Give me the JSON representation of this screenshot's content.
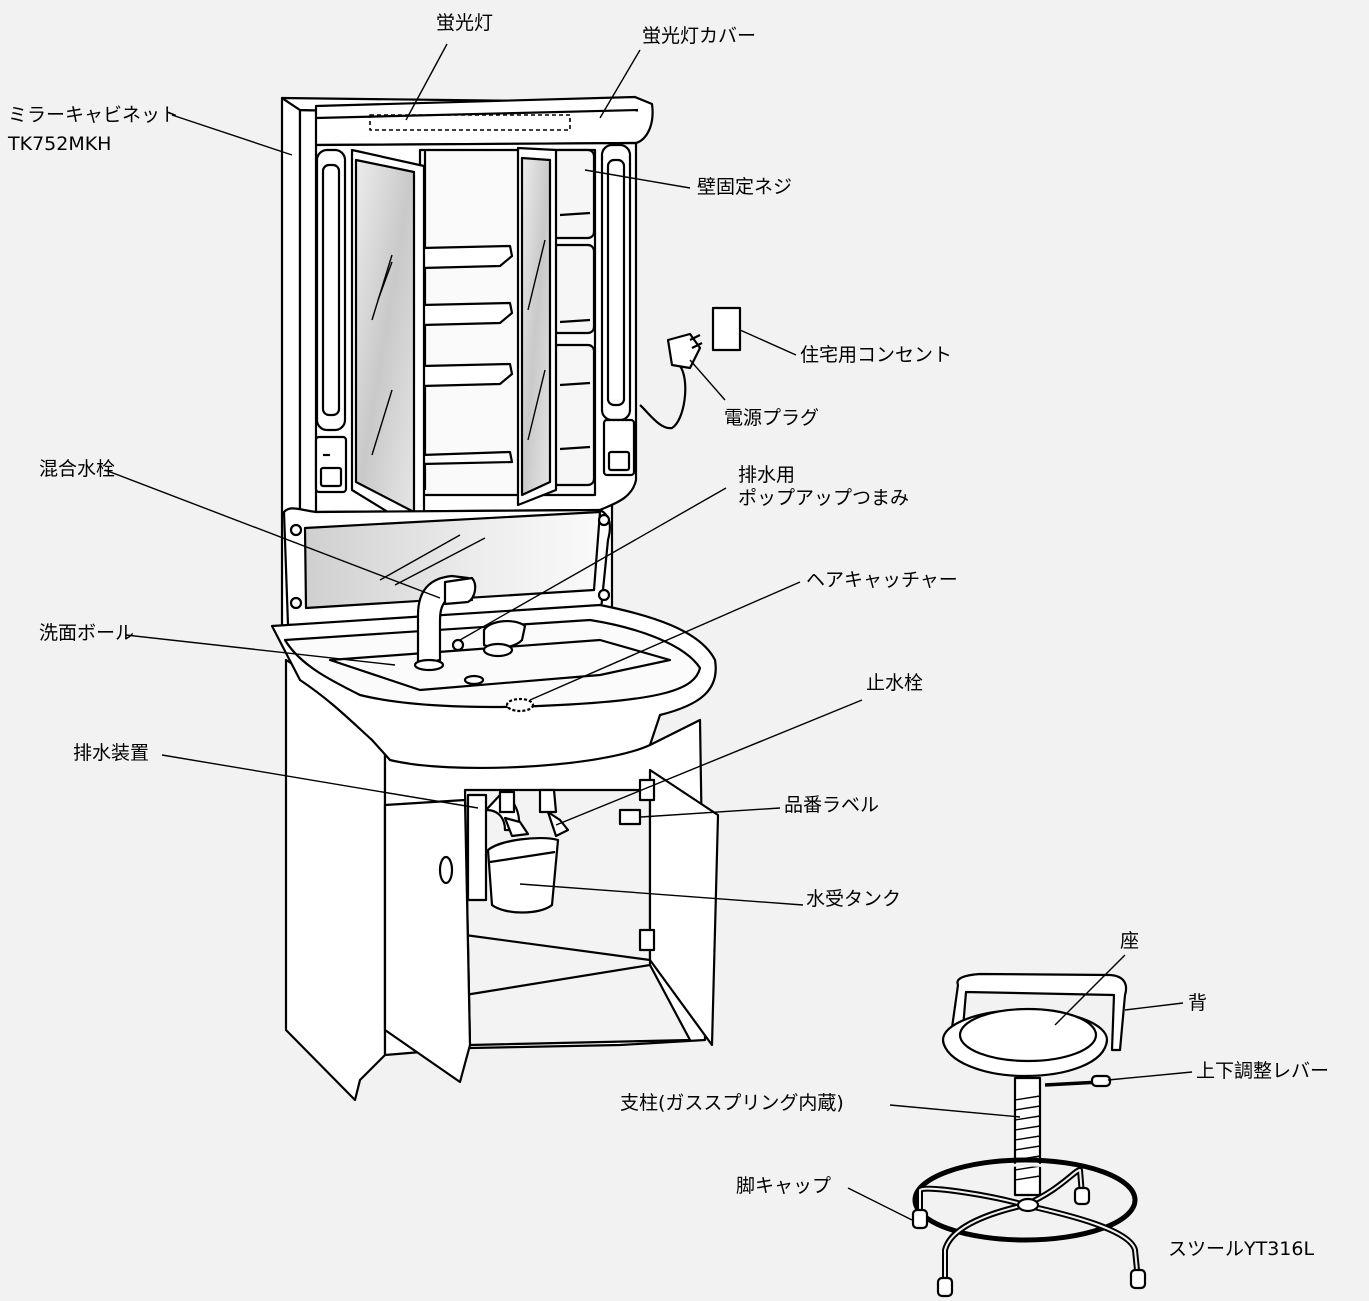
{
  "labels": {
    "fluorescent_lamp": "蛍光灯",
    "fluorescent_cover": "蛍光灯カバー",
    "mirror_cabinet": "ミラーキャビネット",
    "mirror_cabinet_model": "TK752MKH",
    "wall_screw": "壁固定ネジ",
    "outlet": "住宅用コンセント",
    "power_plug": "電源プラグ",
    "mixing_faucet": "混合水栓",
    "popup_knob_1": "排水用",
    "popup_knob_2": "ポップアップつまみ",
    "hair_catcher": "ヘアキャッチャー",
    "wash_bowl": "洗面ボール",
    "stop_valve": "止水栓",
    "drain_device": "排水装置",
    "model_label": "品番ラベル",
    "water_tank": "水受タンク",
    "seat": "座",
    "back": "背",
    "height_lever": "上下調整レバー",
    "column": "支柱(ガススプリング内蔵)",
    "leg_cap": "脚キャップ",
    "stool_model": "スツールYT316L"
  },
  "colors": {
    "background": "#f2f2f2",
    "line": "#000000",
    "fill": "#ffffff",
    "mirror": "#d9d9d9"
  }
}
